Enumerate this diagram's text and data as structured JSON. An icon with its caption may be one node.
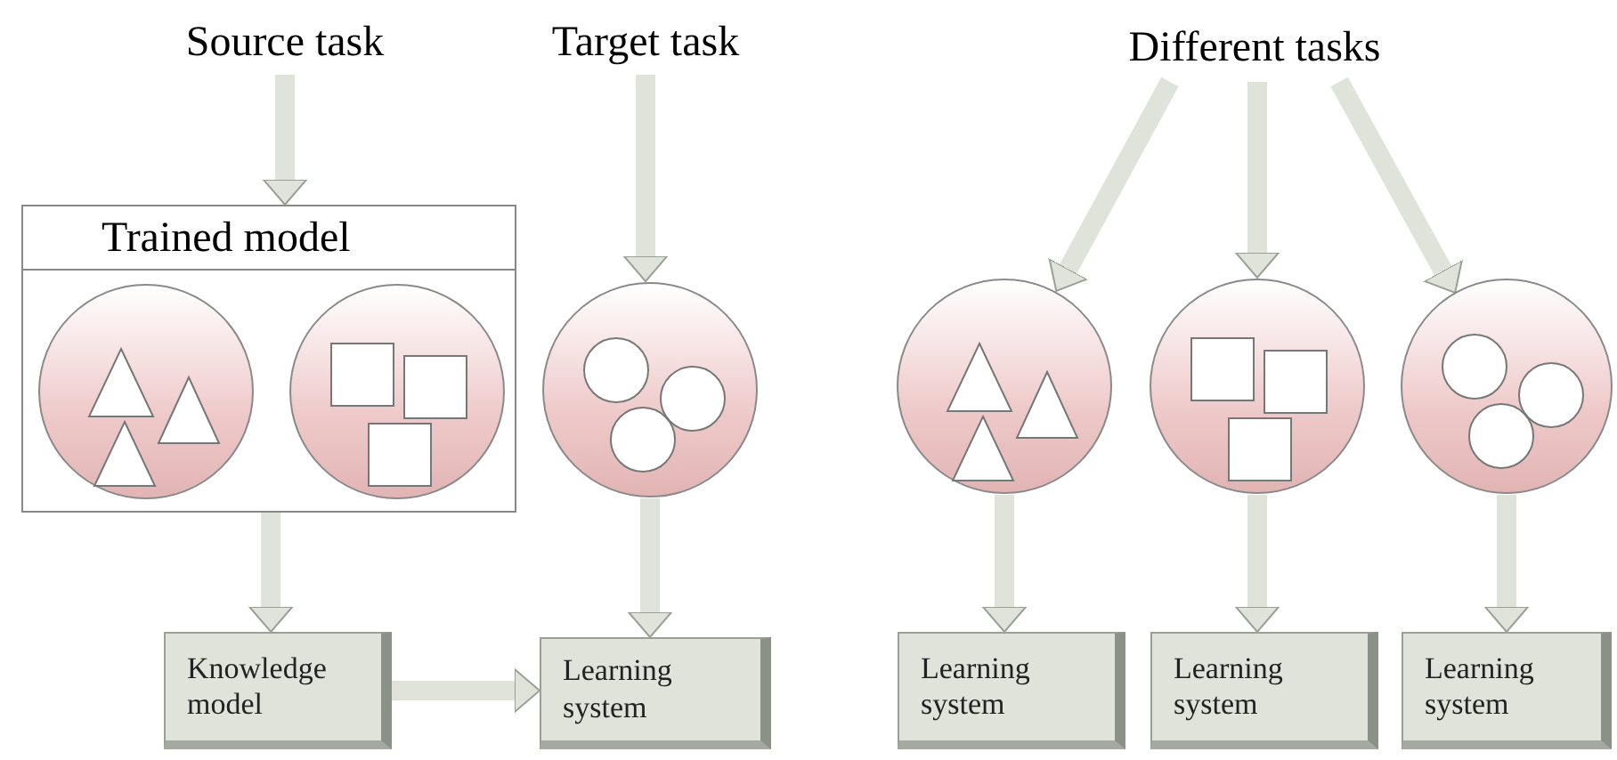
{
  "diagram": {
    "nodes": [
      {
        "text": [
          "Source task"
        ]
      },
      {
        "text": [
          "Target task"
        ]
      },
      {
        "text": [
          "Trained model"
        ]
      },
      {
        "text": [],
        "shape": "circle",
        "in": 2
      },
      {
        "text": [],
        "shape": "circle",
        "in": 2
      },
      {
        "text": [],
        "shape": "circle"
      },
      {
        "text": [
          "Knowledge model"
        ]
      },
      {
        "text": [
          "Learning system"
        ]
      },
      {
        "text": [
          "Different tasks"
        ]
      },
      {
        "text": [],
        "shape": "circle"
      },
      {
        "text": [],
        "shape": "circle"
      },
      {
        "text": [],
        "shape": "circle"
      },
      {
        "text": [
          "Learning system"
        ]
      },
      {
        "text": [
          "Learning system"
        ]
      },
      {
        "text": [
          "Learning system"
        ]
      }
    ],
    "edges": [
      {
        "from": 0,
        "to": 2,
        "arrow": "to"
      },
      {
        "from": 1,
        "to": 5,
        "arrow": "to"
      },
      {
        "from": 2,
        "to": 6,
        "arrow": "to"
      },
      {
        "from": 5,
        "to": 7,
        "arrow": "to"
      },
      {
        "from": 6,
        "to": 7,
        "arrow": "to"
      },
      {
        "from": 8,
        "to": 9,
        "arrow": "to"
      },
      {
        "from": 8,
        "to": 10,
        "arrow": "to"
      },
      {
        "from": 8,
        "to": 11,
        "arrow": "to"
      },
      {
        "from": 9,
        "to": 12,
        "arrow": "to"
      },
      {
        "from": 10,
        "to": 13,
        "arrow": "to"
      },
      {
        "from": 11,
        "to": 14,
        "arrow": "to"
      }
    ]
  }
}
